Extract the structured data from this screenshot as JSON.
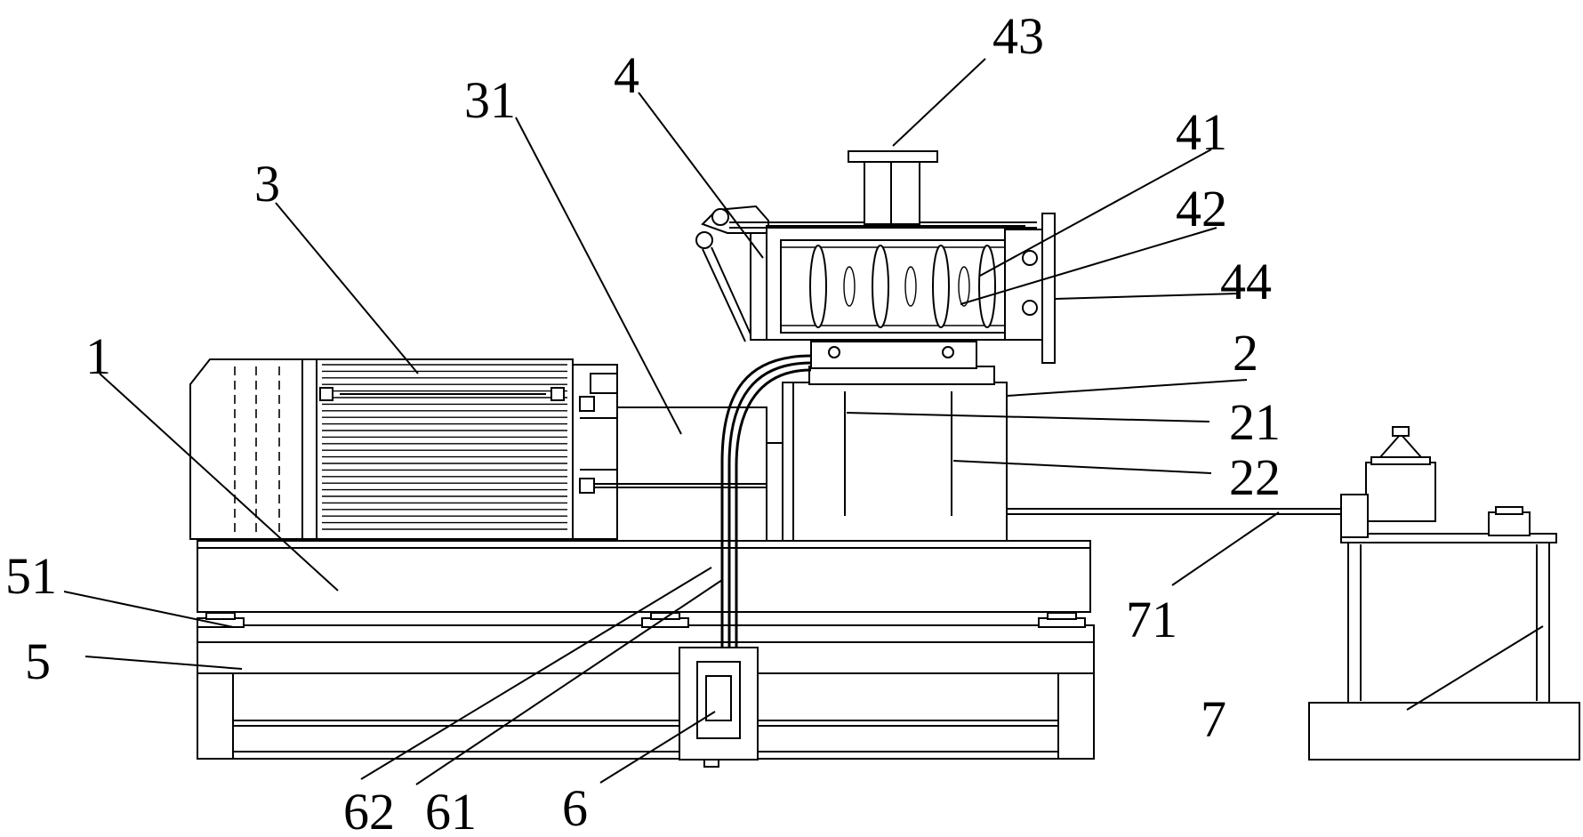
{
  "labels": {
    "l1": "1",
    "l2": "2",
    "l3": "3",
    "l4": "4",
    "l5": "5",
    "l6": "6",
    "l7": "7",
    "l21": "21",
    "l22": "22",
    "l31": "31",
    "l41": "41",
    "l42": "42",
    "l43": "43",
    "l44": "44",
    "l51": "51",
    "l61": "61",
    "l62": "62",
    "l71": "71"
  },
  "colors": {
    "line": "#000000",
    "background": "#ffffff"
  }
}
